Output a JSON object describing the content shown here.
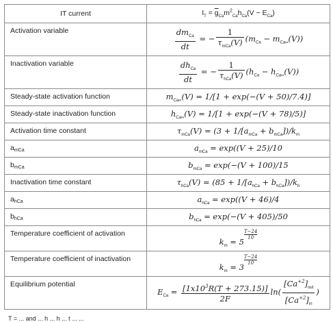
{
  "table": {
    "header": {
      "col1": "IT current",
      "col2": "I_T = g_Ca m_Ca^2 h_Ca (V − E_Ca)"
    },
    "rows": [
      {
        "label": "Activation variable",
        "formula": "dm_Ca/dt = −1/τ_mCa(V) (m_Ca − m_Ca∞(V))"
      },
      {
        "label": "Inactivation variable",
        "formula": "dh_Ca/dt = −1/τ_hCa(V) (h_Ca − h_Ca∞(V))"
      },
      {
        "label": "Steady-state activation function",
        "formula": "m_Ca∞(V) = 1/[1 + exp(−(V + 50)/7.4)]"
      },
      {
        "label": "Steady-state inactivation function",
        "formula": "h_Ca∞(V) = 1/[1 + exp(−(V + 78)/5)]"
      },
      {
        "label": "Activation time constant",
        "formula": "τ_mCa(V) = (3 + 1/[a_mCa + b_mCa])/k_m"
      },
      {
        "label": "a",
        "label_sub": "mCa",
        "formula": "a_mCa = exp((V + 25)/10"
      },
      {
        "label": "b",
        "label_sub": "mCa",
        "formula": "b_mCa = exp(−(V + 100)/15"
      },
      {
        "label": "Inactivation time constant",
        "formula": "τ_hCa(V) = (85 + 1/[a_hCa + b_hCa])/k_h"
      },
      {
        "label": "a",
        "label_sub": "hCa",
        "formula": "a_hCa = exp((V + 46)/4"
      },
      {
        "label": "b",
        "label_sub": "hCa",
        "formula": "b_hCa = exp(−(V + 405)/50"
      },
      {
        "label": "Temperature coefficient of activation",
        "formula": "k_m = 5^((T−24)/10)"
      },
      {
        "label": "Temperature coefficient of inactivation",
        "formula": "k_m = 3^((T−24)/10)"
      },
      {
        "label": "Equilibrium potential",
        "formula": "E_Ca = [1x10^3 R(T + 273.15)]/2F ln([Ca^+2]_out/[Ca^+2]_in)"
      }
    ]
  },
  "footer_partial": "T = ... and ... h ... h ... t ... ..."
}
